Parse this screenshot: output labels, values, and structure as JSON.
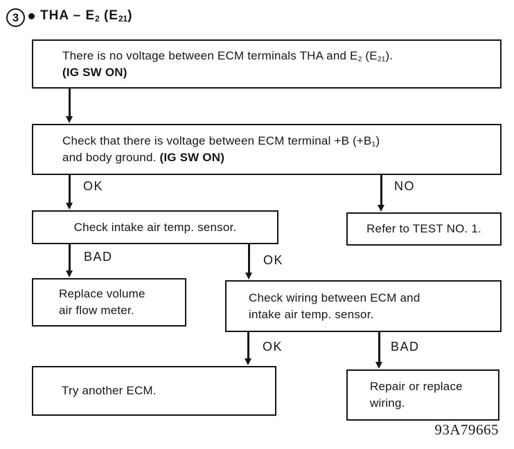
{
  "header": {
    "step_number": "3",
    "title": {
      "t1": "THA – E",
      "sub1": "2",
      "t2": " (E",
      "sub2": "21",
      "t3": ")"
    }
  },
  "flowchart": {
    "box_no_voltage": {
      "line1": {
        "t1": "There is no voltage between ECM terminals THA and E",
        "sub1": "2",
        "t2": " (E",
        "sub2": "21",
        "t3": ")."
      },
      "line2_bold": "(IG SW ON)"
    },
    "box_check_plusb": {
      "line1": {
        "t1": "Check that there is voltage between ECM terminal +B (+B",
        "sub1": "1",
        "t2": ")"
      },
      "line2": {
        "t1": "and body ground. ",
        "bold": "(IG SW ON)"
      }
    },
    "box_check_sensor": {
      "text": "Check intake air temp. sensor."
    },
    "box_refer_test": {
      "text": "Refer to TEST NO. 1."
    },
    "box_replace_afm": {
      "line1": "Replace volume",
      "line2": "air flow meter."
    },
    "box_check_wiring": {
      "line1": "Check wiring between ECM and",
      "line2": "intake air temp. sensor."
    },
    "box_try_ecm": {
      "text": "Try another ECM."
    },
    "box_repair_wiring": {
      "line1": "Repair or replace",
      "line2": "wiring."
    },
    "labels": {
      "ok_to_sensor": "OK",
      "no_to_refer": "NO",
      "bad_to_replace": "BAD",
      "ok_to_wiring": "OK",
      "ok_to_ecm": "OK",
      "bad_to_repair": "BAD"
    }
  },
  "footer": {
    "figure_code": "93A79665"
  },
  "colors": {
    "ink": "#161616",
    "paper": "#ffffff"
  }
}
